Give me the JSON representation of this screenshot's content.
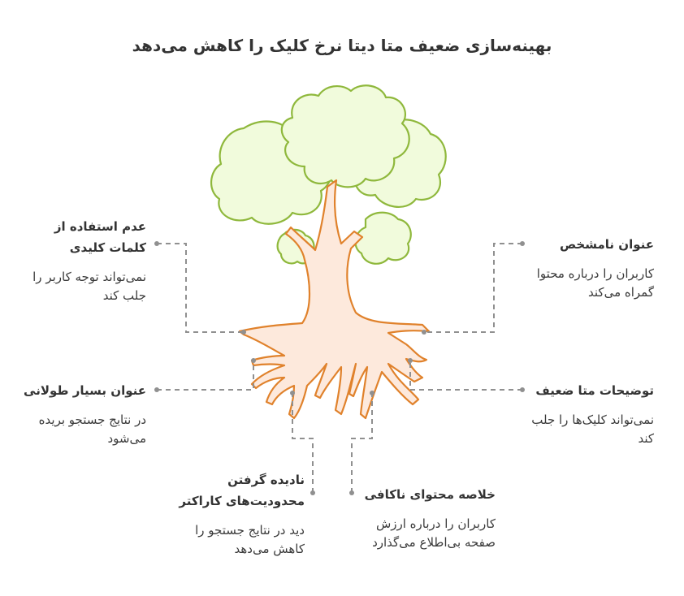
{
  "title": "بهینه‌سازی ضعیف متا دیتا نرخ کلیک را کاهش می‌دهد",
  "colors": {
    "foliage_fill": "#f1fbdc",
    "foliage_stroke": "#8fb83c",
    "trunk_fill": "#fde9dc",
    "trunk_stroke": "#e0822c",
    "connector": "#909090",
    "text": "#333333"
  },
  "items": [
    {
      "id": "keywords",
      "side": "left",
      "heading": "عدم استفاده از کلمات کلیدی",
      "description": "نمی‌تواند توجه کاربر را جلب کند"
    },
    {
      "id": "unclear-title",
      "side": "right",
      "heading": "عنوان نامشخص",
      "description": "کاربران را درباره محتوا گمراه می‌کند"
    },
    {
      "id": "long-title",
      "side": "left",
      "heading": "عنوان بسیار طولانی",
      "description": "در نتایج جستجو بریده می‌شود"
    },
    {
      "id": "weak-meta",
      "side": "right",
      "heading": "توضیحات متا ضعیف",
      "description": "نمی‌تواند کلیک‌ها را جلب کند"
    },
    {
      "id": "char-limits",
      "side": "bottom-left",
      "heading": "نادیده گرفتن محدودیت‌های کاراکتر",
      "description": "دید در نتایج جستجو را کاهش می‌دهد"
    },
    {
      "id": "thin-summary",
      "side": "bottom-right",
      "heading": "خلاصه محتوای ناکافی",
      "description": "کاربران را درباره ارزش صفحه بی‌اطلاع می‌گذارد"
    }
  ]
}
